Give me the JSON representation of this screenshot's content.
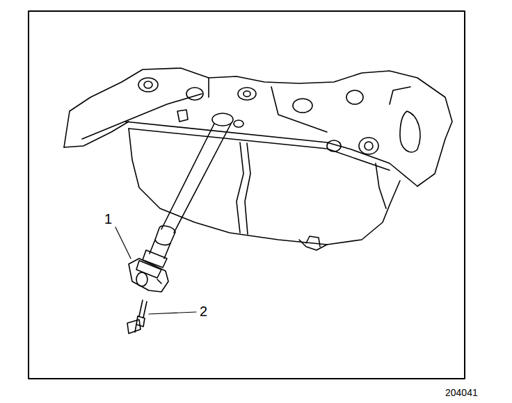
{
  "diagram": {
    "labels": [
      "1",
      "2",
      "204041"
    ]
  }
}
